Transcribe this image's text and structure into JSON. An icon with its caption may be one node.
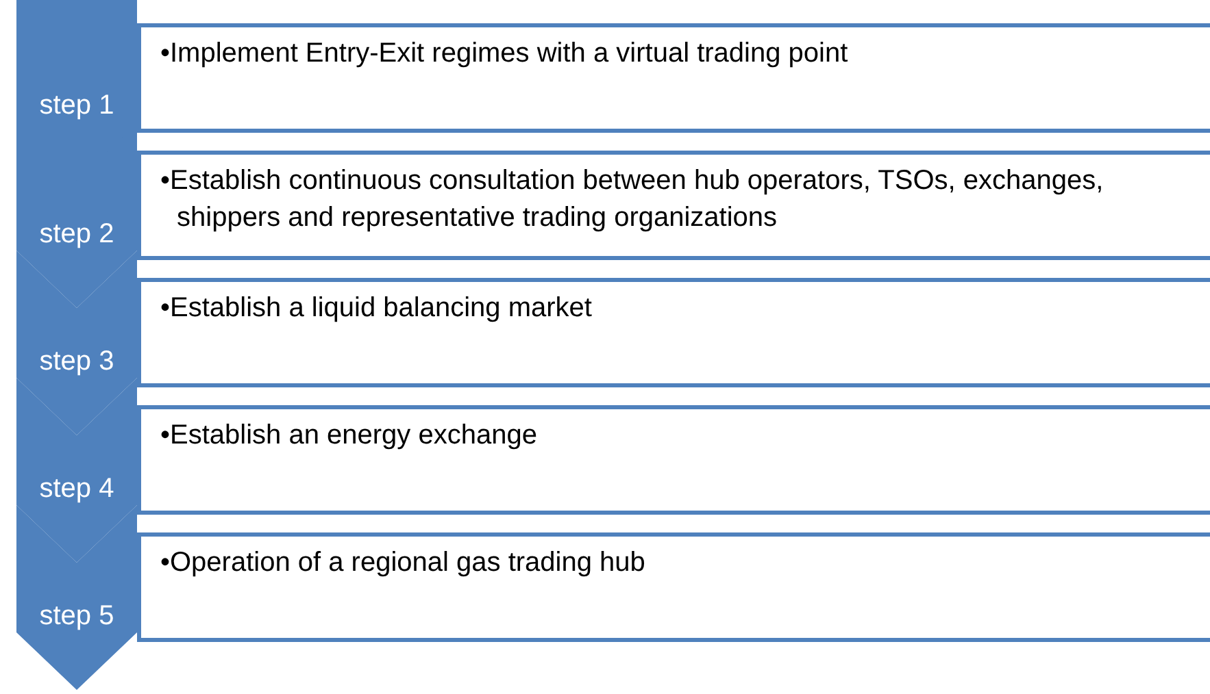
{
  "diagram": {
    "nodes": [
      {
        "text": [
          "step 1"
        ]
      },
      {
        "text": [
          "•Implement Entry-Exit regimes with a virtual trading point"
        ]
      },
      {
        "text": [
          "step 2"
        ]
      },
      {
        "text": [
          "•Establish continuous consultation between hub operators, TSOs, exchanges, shippers and representative trading organizations"
        ]
      },
      {
        "text": [
          "step 3"
        ]
      },
      {
        "text": [
          "•Establish a liquid balancing market"
        ]
      },
      {
        "text": [
          "step 4"
        ]
      },
      {
        "text": [
          "•Establish an energy exchange"
        ]
      },
      {
        "text": [
          "step 5"
        ]
      },
      {
        "text": [
          "•Operation of a regional gas trading hub"
        ]
      }
    ]
  }
}
